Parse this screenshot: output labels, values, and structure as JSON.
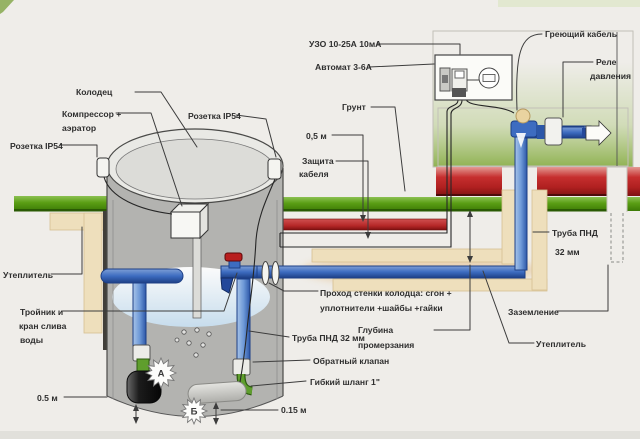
{
  "diagram": {
    "type": "well-water-supply-scheme",
    "labels": {
      "kolodets": "Колодец",
      "kompressor_line1": "Компрессор +",
      "kompressor_line2": "аэратор",
      "rozetka_left": "Розетка IP54",
      "rozetka_right": "Розетка IP54",
      "uzo": "УЗО  10-25А 10мА",
      "avtomat": "Автомат 3-6А",
      "greyushchiy_kabel": "Греющий кабель",
      "rele_line1": "Реле",
      "rele_line2": "давления",
      "grunt": "Грунт",
      "glubina_05m": "0,5 м",
      "zashchita_line1": "Защита",
      "zashchita_line2": "кабеля",
      "truba_pnd_right_line1": "Труба ПНД",
      "truba_pnd_right_line2": "32 мм",
      "uteplitel_left": "Утеплитель",
      "uteplitel_right": "Утеплитель",
      "zazemlenie": "Заземление",
      "troynik_line1": "Тройник и",
      "troynik_line2": "кран слива",
      "troynik_line3": "воды",
      "rasstoyanie_05m": "0.5 м",
      "rasstoyanie_015m": "0.15 м",
      "prokhod_line1": "Проход стенки колодца: сгон +",
      "prokhod_line2": "уплотнители +шайбы +гайки",
      "glubina_promerzaniya_line1": "Глубина",
      "glubina_promerzaniya_line2": "промерзания",
      "truba_pnd_left": "Труба ПНД 32 мм",
      "obratny_klapan": "Обратный клапан",
      "gibkiy_shlang": "Гибкий шланг 1\"",
      "badge_a": "А",
      "badge_b": "Б"
    },
    "colors": {
      "grass_green": "#5a9e14",
      "foundation_red": "#c02828",
      "cable_conduit_red": "#b62828",
      "pipe_blue": "#3d6cc0",
      "insulation_tan": "#eedfbc",
      "hose_green": "#5f9e2d",
      "valve_red": "#b81e1e",
      "background": "#efede9"
    }
  }
}
